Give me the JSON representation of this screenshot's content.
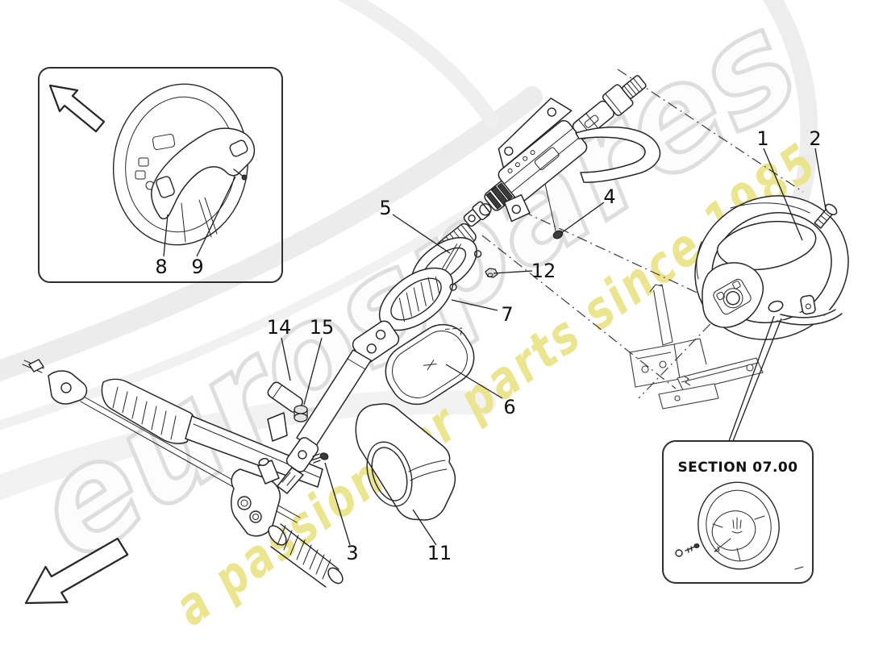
{
  "watermark": {
    "brand": "eurospares",
    "tagline": "a passion for parts since 1985",
    "brand_outline_color": "#dedede",
    "tagline_color": "#ebe48b"
  },
  "callouts": {
    "c1": "1",
    "c2": "2",
    "c3": "3",
    "c4": "4",
    "c5": "5",
    "c6": "6",
    "c7": "7",
    "c8": "8",
    "c9": "9",
    "c11": "11",
    "c12": "12",
    "c14": "14",
    "c15": "15"
  },
  "section_box": {
    "title": "SECTION 07.00"
  },
  "colors": {
    "line_art": "#262626",
    "background": "#ffffff"
  }
}
